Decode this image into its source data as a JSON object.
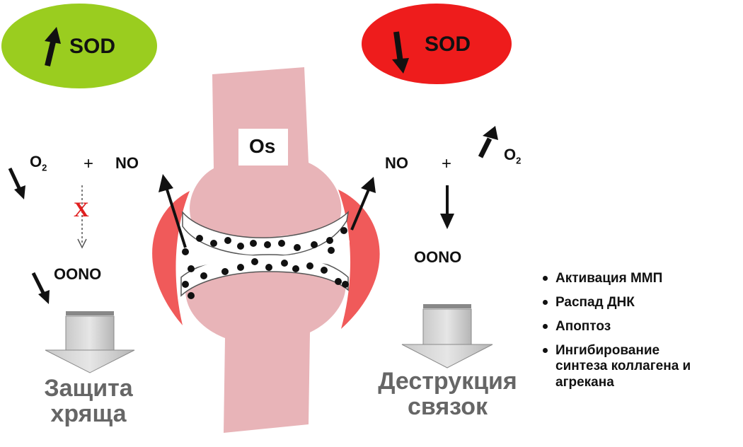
{
  "left": {
    "sod_label": "SOD",
    "sod_color": "#9acd1f",
    "o2": "O",
    "o2_sub": "2",
    "plus": "+",
    "no": "NO",
    "block_mark": "X",
    "oono": "OONO",
    "outcome_line1": "Защита",
    "outcome_line2": "хряща"
  },
  "right": {
    "sod_label": "SOD",
    "sod_color": "#ee1c1c",
    "no": "NO",
    "plus": "+",
    "o2": "O",
    "o2_sub": "2",
    "oono": "OONO",
    "outcome_line1": "Деструкция",
    "outcome_line2": "связок"
  },
  "joint": {
    "bone_label": "Os",
    "bone_color": "#e8b4b8",
    "capsule_color": "#f05a5a"
  },
  "effects": [
    "Активация ММП",
    "Распад ДНК",
    "Апоптоз",
    "Ингибирование синтеза коллагена и агрекана"
  ]
}
